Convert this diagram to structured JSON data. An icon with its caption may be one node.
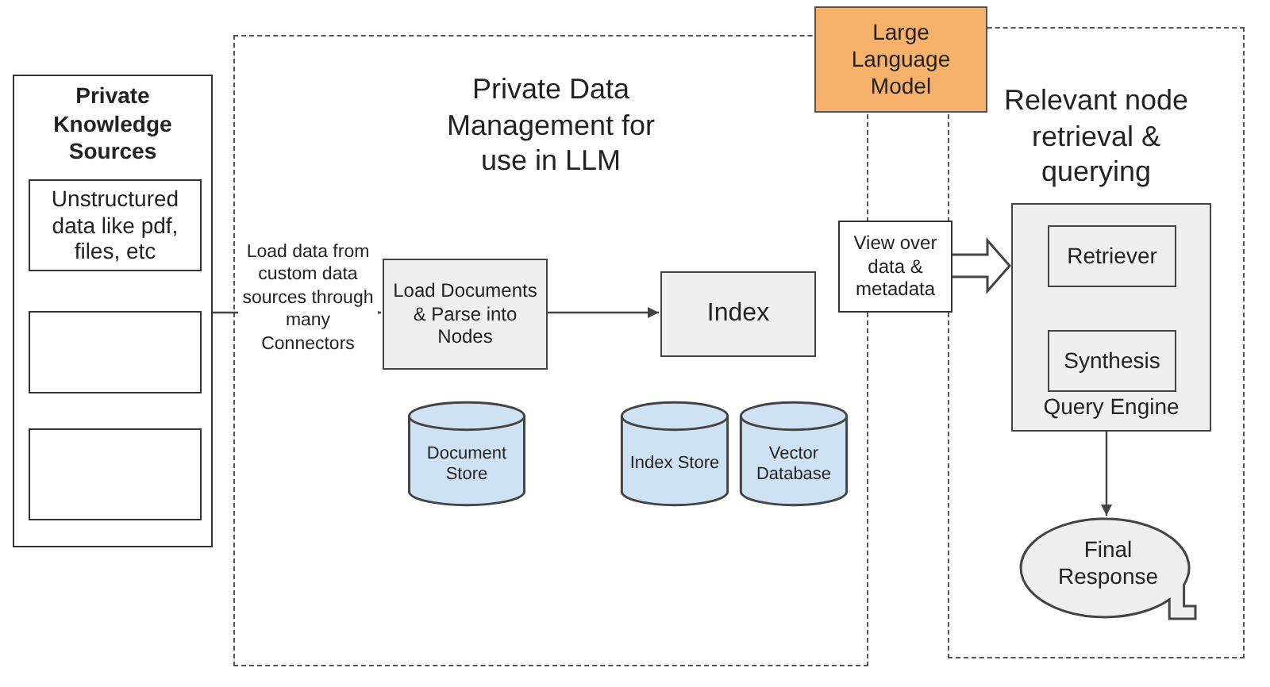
{
  "diagram": {
    "nodes": [
      {
        "text": [
          "Private Knowledge Sources"
        ]
      },
      {
        "text": [
          "Unstructured data like pdf, files, etc"
        ],
        "in": 0
      },
      {
        "text": [],
        "shape": "box",
        "in": 0
      },
      {
        "text": [],
        "shape": "box",
        "in": 0
      },
      {
        "text": [
          "Private Data Management for use in LLM"
        ]
      },
      {
        "text": [
          "Load Documents & Parse into Nodes"
        ],
        "in": 4
      },
      {
        "text": [
          "Index"
        ],
        "in": 4
      },
      {
        "text": [
          "Document Store"
        ],
        "in": 4
      },
      {
        "text": [
          "Index Store"
        ],
        "in": 4
      },
      {
        "text": [
          "Vector Database"
        ],
        "in": 4
      },
      {
        "text": [
          "Large Language Model"
        ]
      },
      {
        "text": [
          "View over data & metadata"
        ]
      },
      {
        "text": [
          "Relevant node retrieval & querying"
        ]
      },
      {
        "text": [
          "Query Engine"
        ],
        "in": 12
      },
      {
        "text": [
          "Retriever"
        ],
        "in": 13
      },
      {
        "text": [
          "Synthesis"
        ],
        "in": 13
      },
      {
        "text": [
          "Final Response"
        ],
        "in": 12
      }
    ],
    "edges": [
      {
        "from": 0,
        "to": 5,
        "arrow": "to",
        "label": "Load data from custom data sources through many Connectors"
      },
      {
        "from": 5,
        "to": 6,
        "arrow": "to"
      },
      {
        "from": 11,
        "to": 13,
        "arrow": "to",
        "style": "thick"
      },
      {
        "from": 13,
        "to": 16,
        "arrow": "to"
      }
    ]
  }
}
